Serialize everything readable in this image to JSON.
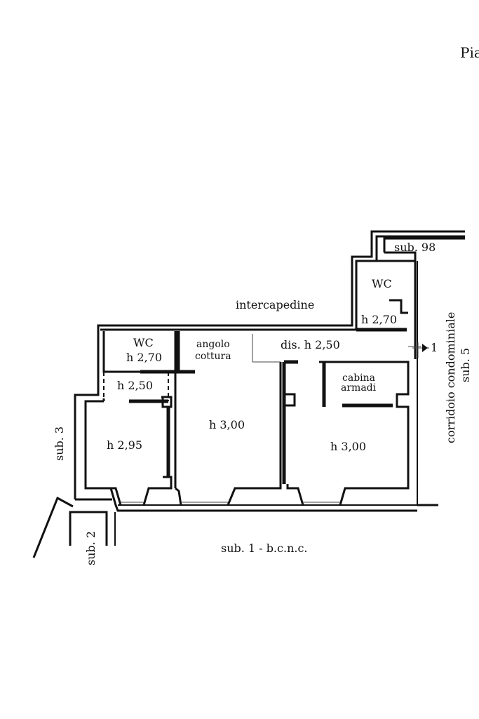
{
  "header": {
    "floor_label": "Pia"
  },
  "rooms": {
    "wc_top": {
      "name": "WC",
      "height": "h 2,70"
    },
    "wc_left": {
      "name": "WC",
      "height": "h 2,70"
    },
    "corridor_small": {
      "height": "h 2,50"
    },
    "kitchen": {
      "name_line1": "angolo",
      "name_line2": "cottura"
    },
    "hall": {
      "label": "dis. h 2,50"
    },
    "wardrobe": {
      "name_line1": "cabina",
      "name_line2": "armadi"
    },
    "bedroom_left": {
      "height": "h 2,95"
    },
    "living": {
      "height": "h 3,00"
    },
    "bedroom_right": {
      "height": "h 3,00"
    }
  },
  "surroundings": {
    "intercapedine": "intercapedine",
    "sub98": "sub. 98",
    "sub3": "sub. 3",
    "sub2": "sub. 2",
    "sub1": "sub. 1 - b.c.n.c.",
    "corridor_line1": "corridoio condominiale",
    "corridor_line2": "sub. 5"
  },
  "entrance": {
    "marker": "1"
  }
}
